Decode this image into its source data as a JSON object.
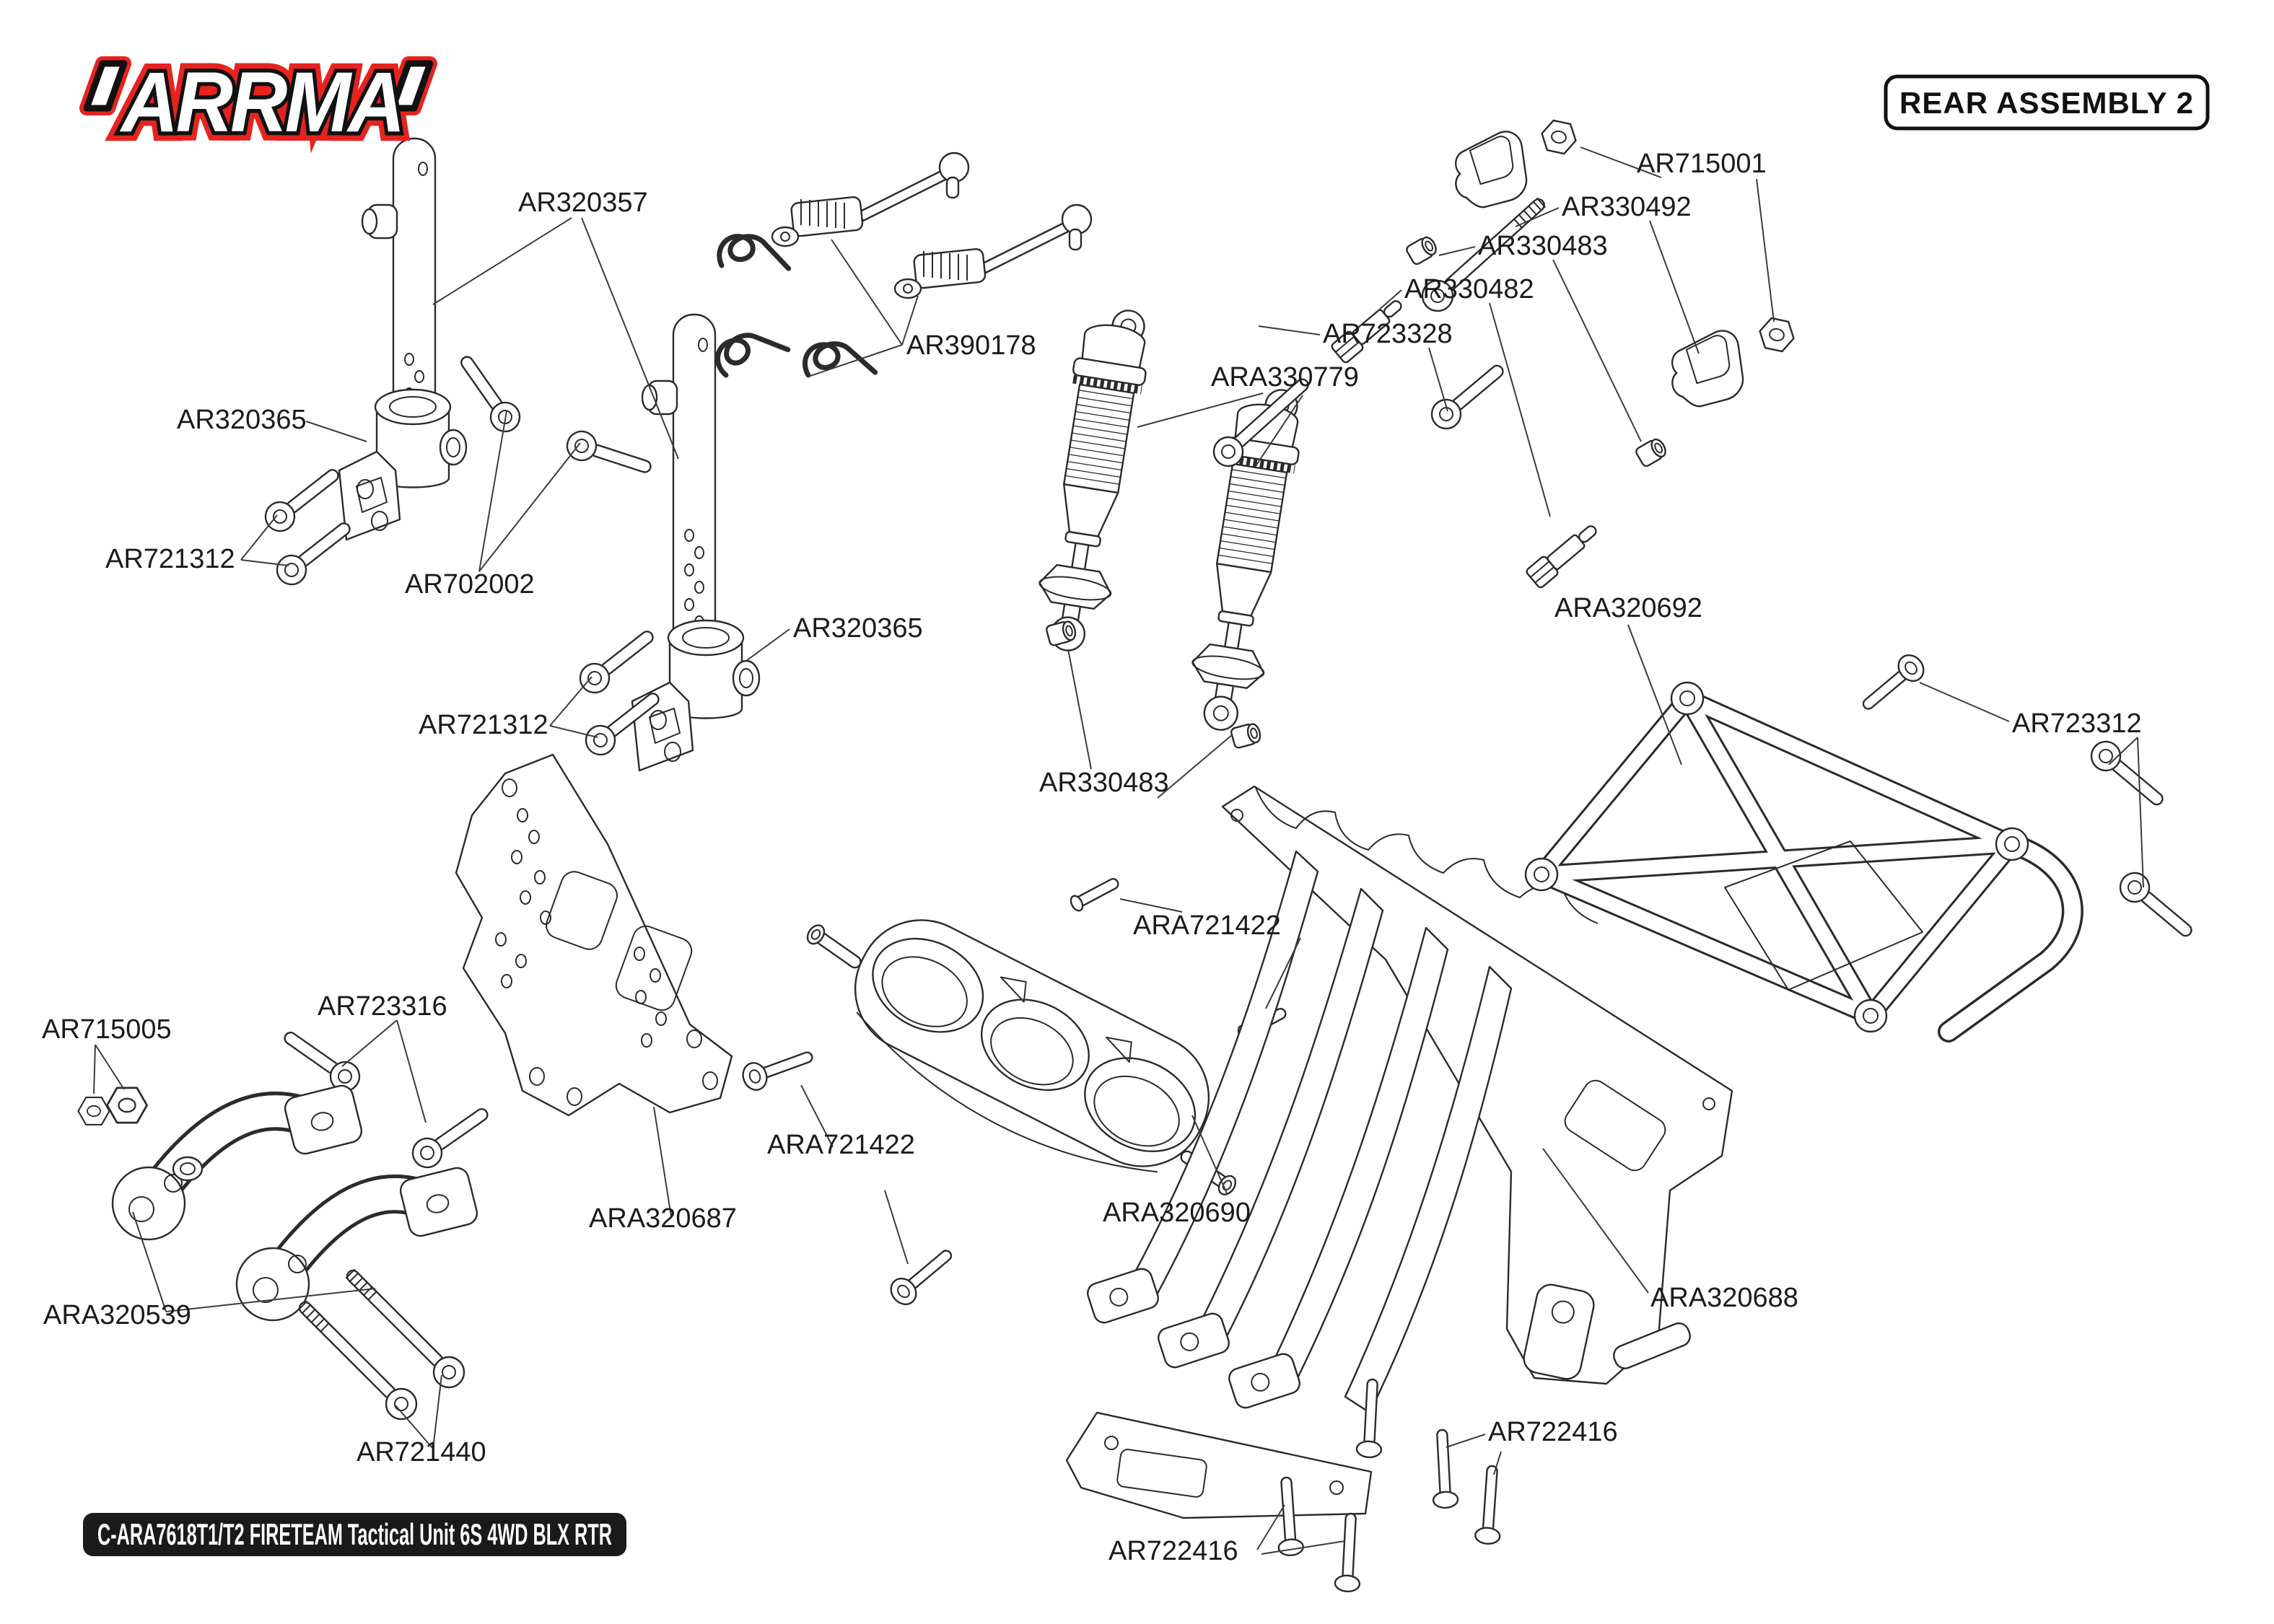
{
  "header": {
    "logo_text": "ARRMA",
    "title": "REAR ASSEMBLY 2"
  },
  "footer": {
    "label": "C-ARA7618T1/T2 FIRETEAM Tactical Unit 6S 4WD BLX RTR"
  },
  "colors": {
    "brand_red": "#e8231f",
    "ink": "#111111",
    "line_art": "#2b2b2b",
    "label_text": "#1b1b1b",
    "footer_bg": "#1a1a1a"
  },
  "diagram": {
    "labels": [
      {
        "text": "AR320357"
      },
      {
        "text": "AR390178"
      },
      {
        "text": "AR715001"
      },
      {
        "text": "AR330492"
      },
      {
        "text": "AR330483"
      },
      {
        "text": "AR330482"
      },
      {
        "text": "AR723328"
      },
      {
        "text": "ARA330779"
      },
      {
        "text": "AR320365"
      },
      {
        "text": "AR721312"
      },
      {
        "text": "AR702002"
      },
      {
        "text": "AR320365"
      },
      {
        "text": "AR721312"
      },
      {
        "text": "ARA320692"
      },
      {
        "text": "AR723312"
      },
      {
        "text": "AR330483"
      },
      {
        "text": "ARA721422"
      },
      {
        "text": "AR723316"
      },
      {
        "text": "AR715005"
      },
      {
        "text": "ARA721422"
      },
      {
        "text": "ARA320687"
      },
      {
        "text": "ARA320690"
      },
      {
        "text": "ARA320688"
      },
      {
        "text": "ARA320539"
      },
      {
        "text": "AR721440"
      },
      {
        "text": "AR722416"
      },
      {
        "text": "AR722416"
      }
    ]
  }
}
